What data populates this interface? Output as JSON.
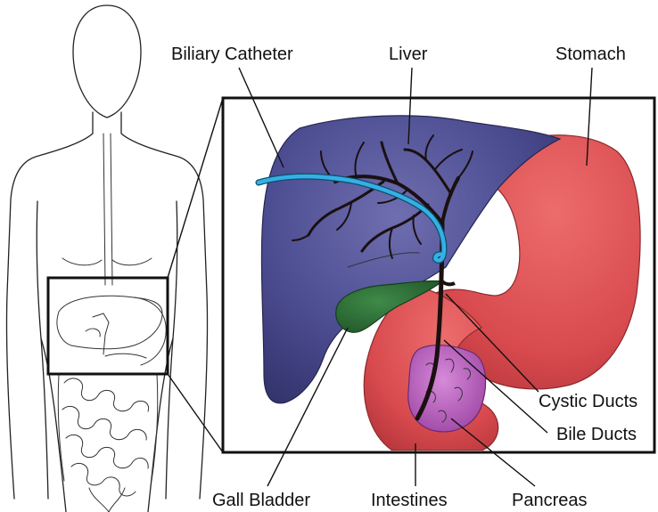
{
  "labels": {
    "biliary_catheter": "Biliary Catheter",
    "liver": "Liver",
    "stomach": "Stomach",
    "cystic_ducts": "Cystic Ducts",
    "bile_ducts": "Bile Ducts",
    "gall_bladder": "Gall Bladder",
    "intestines": "Intestines",
    "pancreas": "Pancreas"
  },
  "colors": {
    "liver": "#4a4a8c",
    "stomach": "#d94a4e",
    "intestines": "#d94a4e",
    "gall_bladder": "#2d6e34",
    "pancreas": "#b05bb8",
    "catheter": "#2ca6dc",
    "ducts": "#1a1010"
  }
}
